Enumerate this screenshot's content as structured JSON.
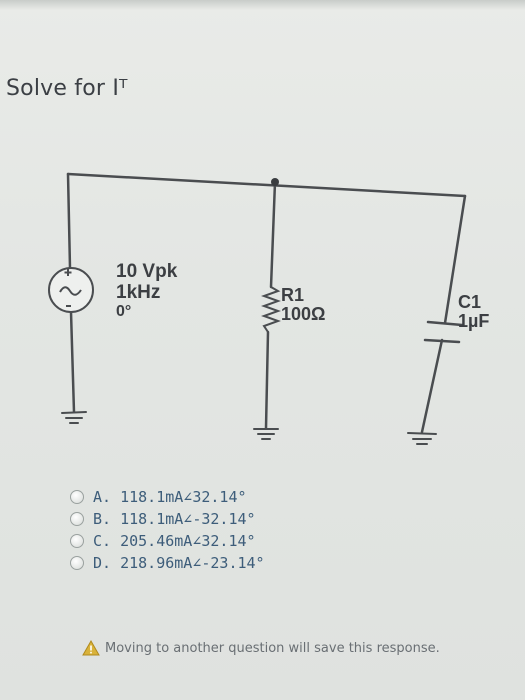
{
  "question": {
    "prompt": "Solve for Iᵀ"
  },
  "circuit": {
    "source": {
      "amplitude": "10 Vpk",
      "frequency": "1kHz",
      "phase": "0°"
    },
    "resistor": {
      "name": "R1",
      "value": "100Ω"
    },
    "capacitor": {
      "name": "C1",
      "value": "1µF"
    }
  },
  "options": [
    {
      "label": "A. 118.1mA∠32.14°"
    },
    {
      "label": "B. 118.1mA∠-32.14°"
    },
    {
      "label": "C. 205.46mA∠32.14°"
    },
    {
      "label": "D. 218.96mA∠-23.14°"
    }
  ],
  "footer": {
    "warning": "Moving to another question will save this response."
  },
  "colors": {
    "wire": "#4a4d50",
    "option_text": "#3d5d7a",
    "warning_icon": "#d9b23a"
  }
}
